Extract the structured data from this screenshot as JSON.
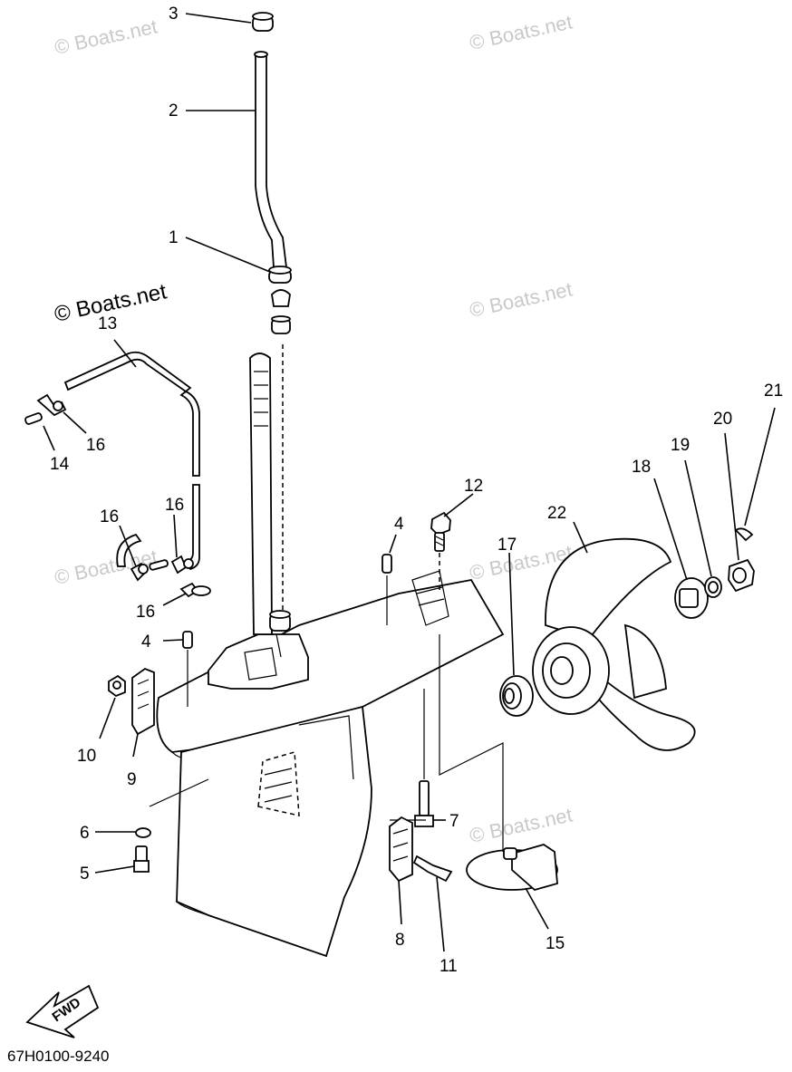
{
  "diagram": {
    "drawing_code": "67H0100-9240",
    "fwd_label": "FWD",
    "watermarks": [
      "© Boats.net",
      "© Boats.net",
      "© Boats.net",
      "© Boats.net",
      "© Boats.net",
      "© Boats.net",
      "© Boats.net"
    ],
    "callouts": [
      "1",
      "2",
      "3",
      "4",
      "4",
      "5",
      "6",
      "7",
      "8",
      "9",
      "10",
      "11",
      "12",
      "13",
      "14",
      "15",
      "16",
      "16",
      "16",
      "16",
      "17",
      "18",
      "19",
      "20",
      "21",
      "22"
    ]
  }
}
